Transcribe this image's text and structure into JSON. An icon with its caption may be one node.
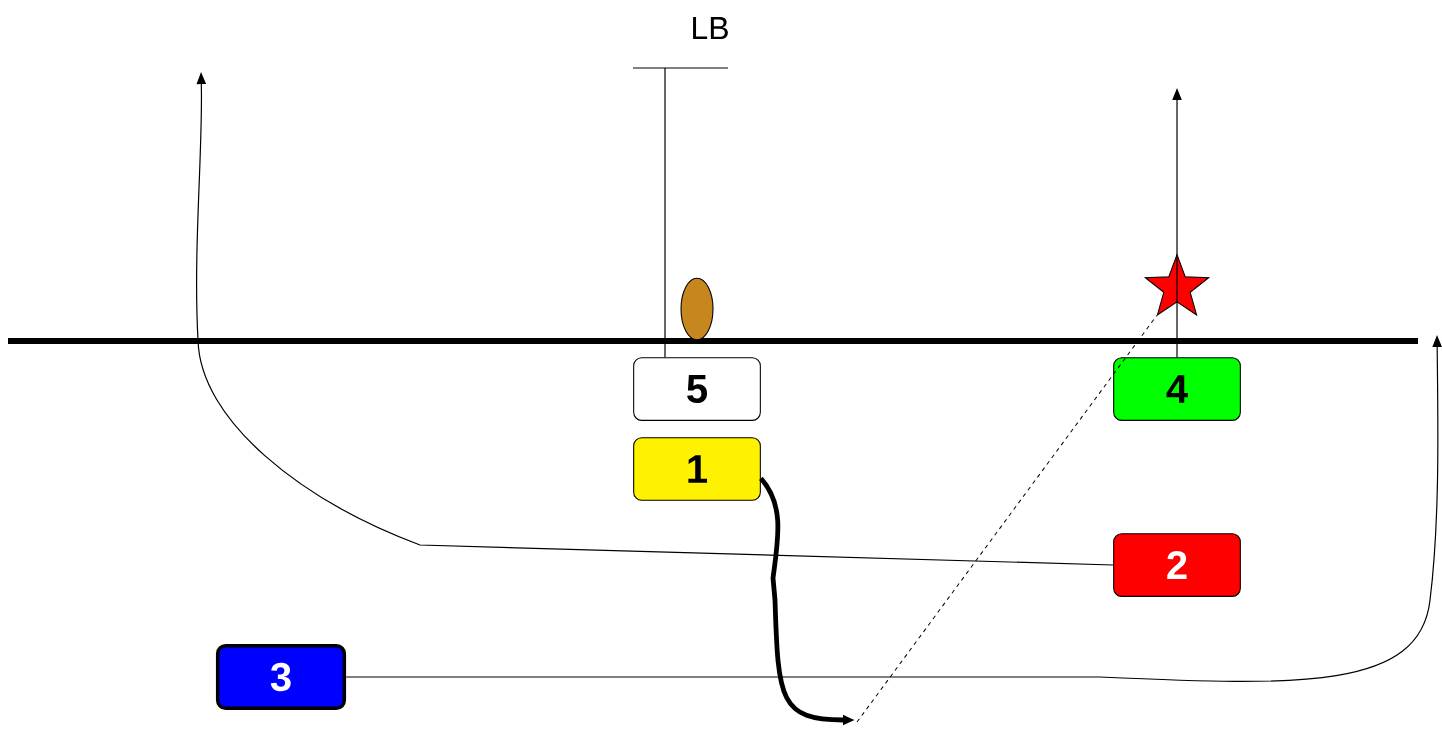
{
  "diagram": {
    "nodes": [
      {
        "text": [
          "5"
        ]
      },
      {
        "text": [
          "4"
        ]
      },
      {
        "text": [
          "1"
        ]
      },
      {
        "text": [
          "2"
        ]
      },
      {
        "text": [
          "3"
        ]
      },
      {
        "text": [],
        "shape": "star"
      }
    ],
    "edges": [
      {
        "from": 0,
        "to": null,
        "arrow": "none"
      },
      {
        "from": 1,
        "to": null,
        "arrow": "to"
      },
      {
        "from": 2,
        "to": null,
        "arrow": "to",
        "style": "thick"
      },
      {
        "from": null,
        "to": 5,
        "arrow": "none",
        "style": "dashed"
      },
      {
        "from": 3,
        "to": null,
        "arrow": "to"
      },
      {
        "from": 4,
        "to": null,
        "arrow": "to"
      }
    ],
    "labels": [
      "LB"
    ]
  }
}
